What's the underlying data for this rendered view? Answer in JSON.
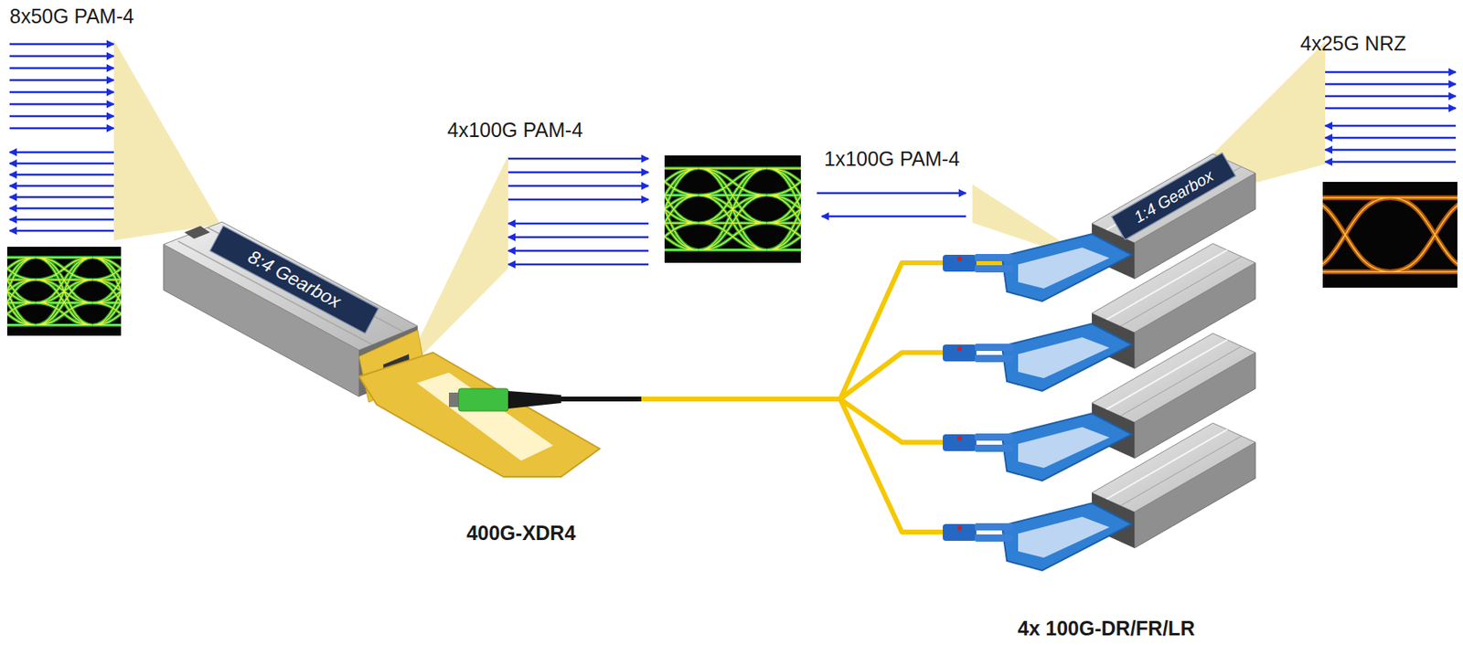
{
  "diagram": {
    "nodes": [
      {
        "text": [
          "400G-XDR4"
        ]
      },
      {
        "text": [
          "8:4 Gearbox"
        ],
        "in": 0
      },
      {
        "text": [
          "1:4 Gearbox"
        ]
      }
    ],
    "edges": [
      {
        "from": 0,
        "to": 2,
        "arrow": "none"
      }
    ],
    "labels": [
      "8x50G PAM-4",
      "4x100G PAM-4",
      "1x100G PAM-4",
      "4x25G NRZ",
      "4x 100G-DR/FR/LR"
    ]
  }
}
